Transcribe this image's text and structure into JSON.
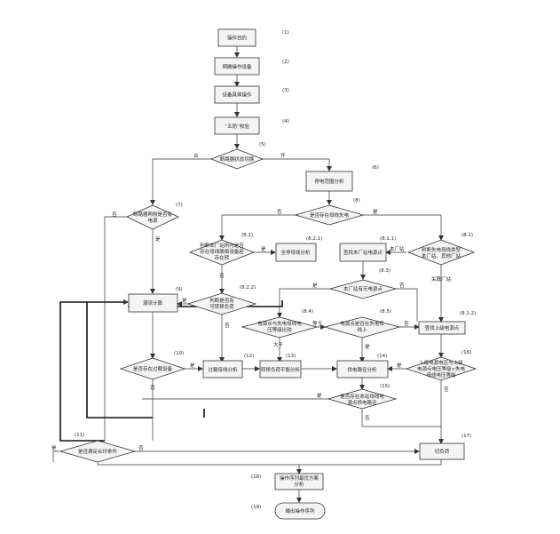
{
  "nodes": {
    "n1": "操作目的",
    "n2": "明确操作设备",
    "n3": "设备具体操作",
    "n4": "“五防”校验",
    "n5": "断路器状态切换",
    "n6": "停电范围分析",
    "n7a": "断路器两侧是否有",
    "n7b": "电源",
    "n8": "是否存在母线失电",
    "n81a": "判断失电母线类型",
    "n81b": "本厂站、其他厂站",
    "n811": "查找本厂站电源点",
    "n82a": "判断本厂站所内是否",
    "n82b": "存在母线联络设备若",
    "n82c": "存在转",
    "n821": "全停母线分析",
    "n83": "本厂站有无电源点",
    "n84a": "电源点与失电母线电",
    "n84b": "压等级比较",
    "n85a": "电源点是否在失电母",
    "n85b": "线上",
    "n812": "查找上级电源点",
    "n822a": "判断是否有",
    "n822b": "可转移负荷",
    "n9": "潮流计算",
    "n10": "是否存在过载设备",
    "n12": "过载母线分析",
    "n13": "转移负荷平衡分析",
    "n14": "供电路径分析",
    "n15a": "是否存在本站母线电",
    "n15b": "源点供电路径",
    "n16a": "上级电源电压与上级",
    "n16b": "电源点电压等级>失电",
    "n16c": "母线电压等级",
    "n11": "是否满足合环条件",
    "n17": "切负荷",
    "n18a": "操作序列最优方案",
    "n18b": "分析",
    "n19": "输出操作序列"
  },
  "numbers": {
    "n1": "(1)",
    "n2": "(2)",
    "n3": "(3)",
    "n4": "(4)",
    "n5": "(5)",
    "n6": "(6)",
    "n7": "(7)",
    "n8": "(8)",
    "n81": "(8.1)",
    "n811": "(8.1.1)",
    "n82": "(8.2)",
    "n821": "(8.2.1)",
    "n822": "(8.2.2)",
    "n83": "(8.3)",
    "n84": "(8.4)",
    "n85": "(8.5)",
    "n812": "(8.1.2)",
    "n9": "(9)",
    "n10": "(10)",
    "n11": "(11)",
    "n12": "(12)",
    "n13": "(13)",
    "n14": "(14)",
    "n15": "(15)",
    "n16": "(16)",
    "n17": "(17)",
    "n18": "(18)",
    "n19": "(19)"
  },
  "edges": {
    "he": "合",
    "kai": "开",
    "shi": "是",
    "fou": "否",
    "benchang": "本厂站",
    "guanlian": "关联厂站",
    "dayu": "大于",
    "dengyu": "等于"
  }
}
